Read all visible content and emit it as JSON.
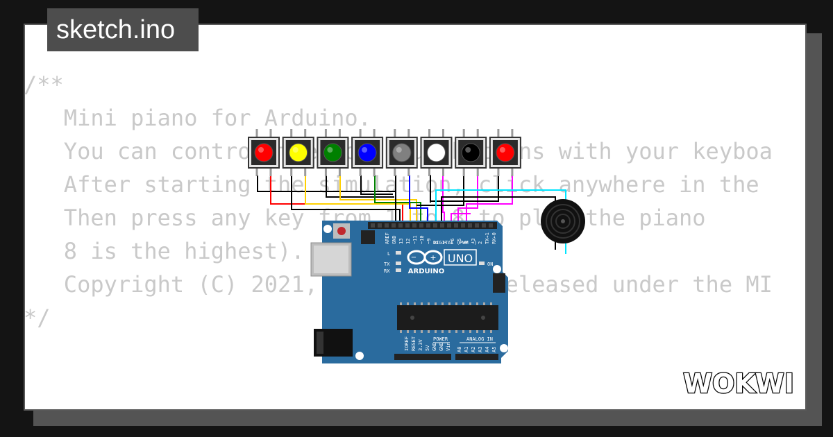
{
  "file_tab": {
    "name": "sketch.ino"
  },
  "code_lines": [
    "/**",
    "   Mini piano for Arduino.",
    "",
    "   You can control the colorful buttons with your keyboa",
    "   After starting the simulation, click anywhere in the",
    "   Then press any key from 1 to 8 to play the piano",
    "   8 is the highest).",
    "",
    "   Copyright (C) 2021, Uri Shaked. Released under the MI",
    "*/"
  ],
  "arduino": {
    "logo_text": "ARDUINO",
    "model": "UNO",
    "digital_label": "DIGITAL (PWM ~)",
    "on_label": "ON",
    "led_labels": [
      "L",
      "TX",
      "RX"
    ],
    "header_top_pins": [
      "AREF",
      "GND",
      "13",
      "12",
      "~11",
      "~10",
      "~9",
      "8",
      "7",
      "~6",
      "~5",
      "4",
      "~3",
      "2",
      "TX→1",
      "RX←0"
    ],
    "header_bottom_labels": [
      "IOREF",
      "RESET",
      "3.3V",
      "5V",
      "GND",
      "GND",
      "Vin"
    ],
    "power_label": "POWER",
    "analog_label": "ANALOG IN",
    "analog_pins": [
      "A0",
      "A1",
      "A2",
      "A3",
      "A4",
      "A5"
    ]
  },
  "buttons": [
    {
      "color": "#ff0000"
    },
    {
      "color": "#ffff00"
    },
    {
      "color": "#008000"
    },
    {
      "color": "#0000ff"
    },
    {
      "color": "#808080"
    },
    {
      "color": "#ffffff"
    },
    {
      "color": "#000000"
    },
    {
      "color": "#ff0000"
    }
  ],
  "brand": {
    "logo": "WOKWI"
  },
  "colors": {
    "board": "#2a6b9e",
    "code_text": "#c9c9c9",
    "wire_red": "#ff0000",
    "wire_yellow": "#ffd000",
    "wire_green": "#008000",
    "wire_blue": "#0000ff",
    "wire_magenta": "#ff00ff",
    "wire_cyan": "#00e5ff",
    "wire_black": "#000000"
  }
}
